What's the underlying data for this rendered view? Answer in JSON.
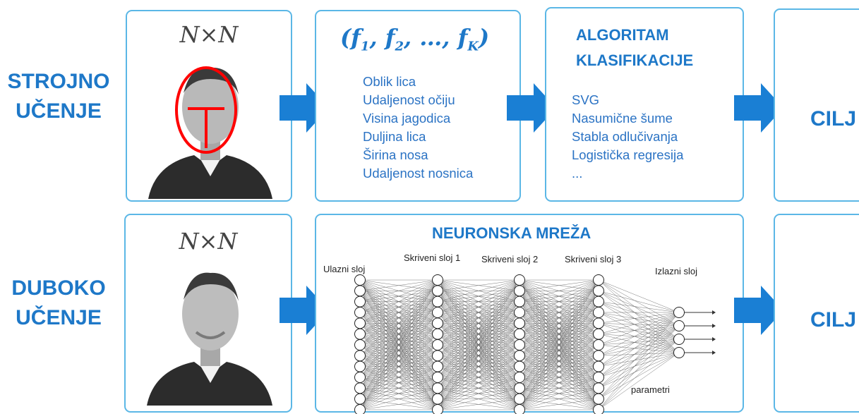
{
  "rows": {
    "top_label": [
      "STROJNO",
      "UČENJE"
    ],
    "bottom_label": [
      "DUBOKO",
      "UČENJE"
    ]
  },
  "input": {
    "dimension_label": "N×N"
  },
  "features": {
    "formula": {
      "open": "(",
      "f": "f",
      "s1": "1",
      "s2": "2",
      "dots": ", …, ",
      "sK": "K",
      "close": ")"
    },
    "items": [
      "Oblik lica",
      "Udaljenost očiju",
      "Visina jagodica",
      "Duljina lica",
      "Širina nosa",
      "Udaljenost nosnica"
    ]
  },
  "algorithm": {
    "title": [
      "ALGORITAM",
      "KLASIFIKACIJE"
    ],
    "items": [
      "SVG",
      "Nasumične šume",
      "Stabla odlučivanja",
      "Logistička regresija",
      "..."
    ]
  },
  "target": {
    "label": "CILJ"
  },
  "network": {
    "title": "NEURONSKA MREŽA",
    "input_layer": "Ulazni sloj",
    "hidden1": "Skriveni sloj 1",
    "hidden2": "Skriveni sloj 2",
    "hidden3": "Skriveni sloj 3",
    "output_layer": "Izlazni sloj",
    "params": "parametri",
    "layers": [
      13,
      13,
      13,
      13,
      4
    ]
  },
  "colors": {
    "accent": "#1e78c8",
    "border": "#5bb7e6",
    "arrow": "#1a7fd4",
    "face_marks": "#ff0000"
  }
}
